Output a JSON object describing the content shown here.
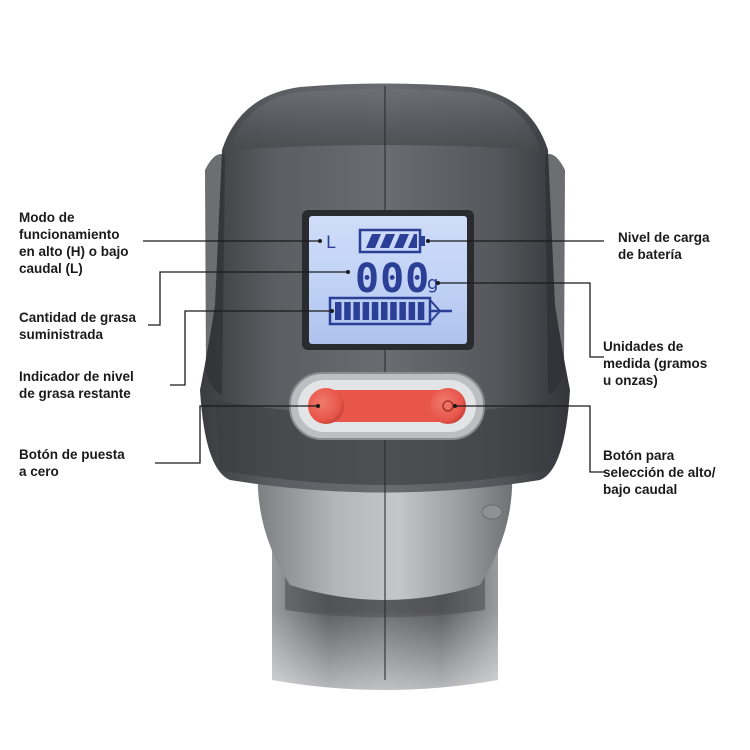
{
  "display": {
    "mode_letter": "L",
    "digits": "000",
    "unit": "g",
    "battery_level": 1.0,
    "grease_level": 1.0
  },
  "callouts": {
    "mode": "Modo de\nfuncionamiento\nen alto (H) o bajo\ncaudal (L)",
    "quantity": "Cantidad de grasa\nsuministrada",
    "grease_level": "Indicador de nivel\nde grasa restante",
    "reset_button": "Botón de puesta\na cero",
    "battery": "Nivel de carga\nde batería",
    "units": "Unidades de\nmedida (gramos\nu onzas)",
    "flow_button": "Botón para\nselección de alto/\nbajo caudal"
  },
  "colors": {
    "body": "#4a4c50",
    "lcd_background": "#c6d6f7",
    "lcd_segments": "#2b3f97",
    "buttons": "#e8564a"
  }
}
